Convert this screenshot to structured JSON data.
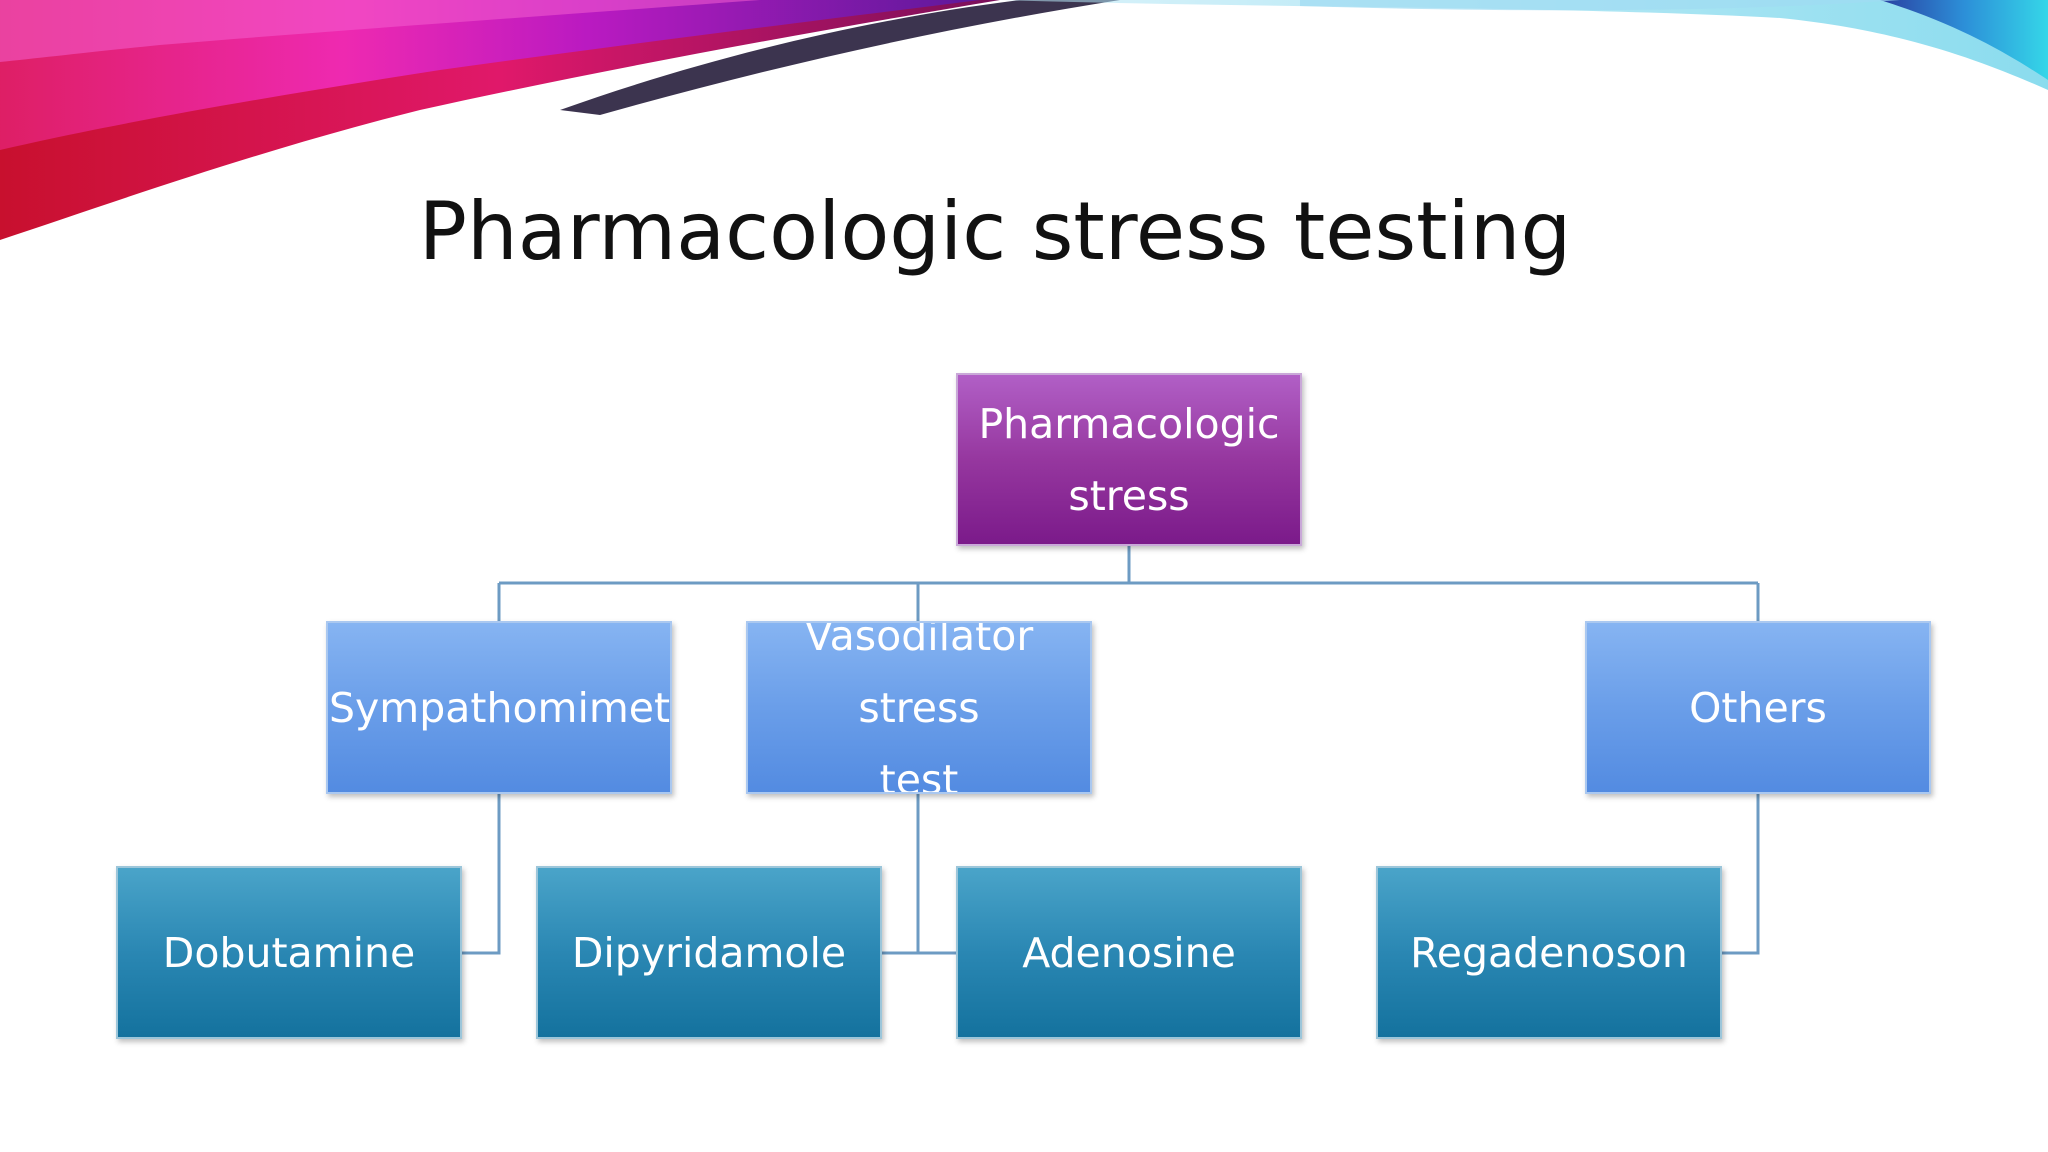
{
  "slide": {
    "title": "Pharmacologic stress testing"
  },
  "diagram": {
    "root": {
      "label": "Pharmacologic\nstress"
    },
    "categories": [
      {
        "label": "Sympathomimetic"
      },
      {
        "label": "Vasodilator stress\ntest"
      },
      {
        "label": "Others"
      }
    ],
    "agents": [
      {
        "label": "Dobutamine"
      },
      {
        "label": "Dipyridamole"
      },
      {
        "label": "Adenosine"
      },
      {
        "label": "Regadenoson"
      }
    ]
  },
  "colors": {
    "root_fill": "#96379f",
    "category_fill": "#6a9ee9",
    "agent_fill": "#2a87b3",
    "connector": "#6d9bc3"
  }
}
